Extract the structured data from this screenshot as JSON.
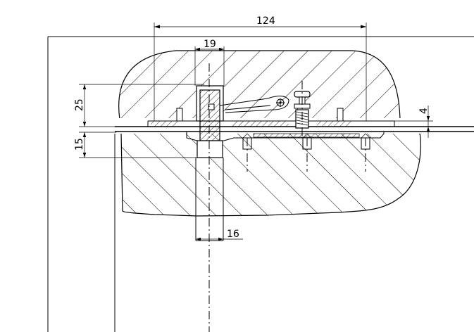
{
  "drawing": {
    "dimensions": {
      "width_total": "124",
      "pin_width": "19",
      "upper_height": "25",
      "lower_height": "15",
      "gap": "4",
      "shaft_width": "16"
    },
    "colors": {
      "line": "#000000",
      "background": "#ffffff"
    }
  }
}
